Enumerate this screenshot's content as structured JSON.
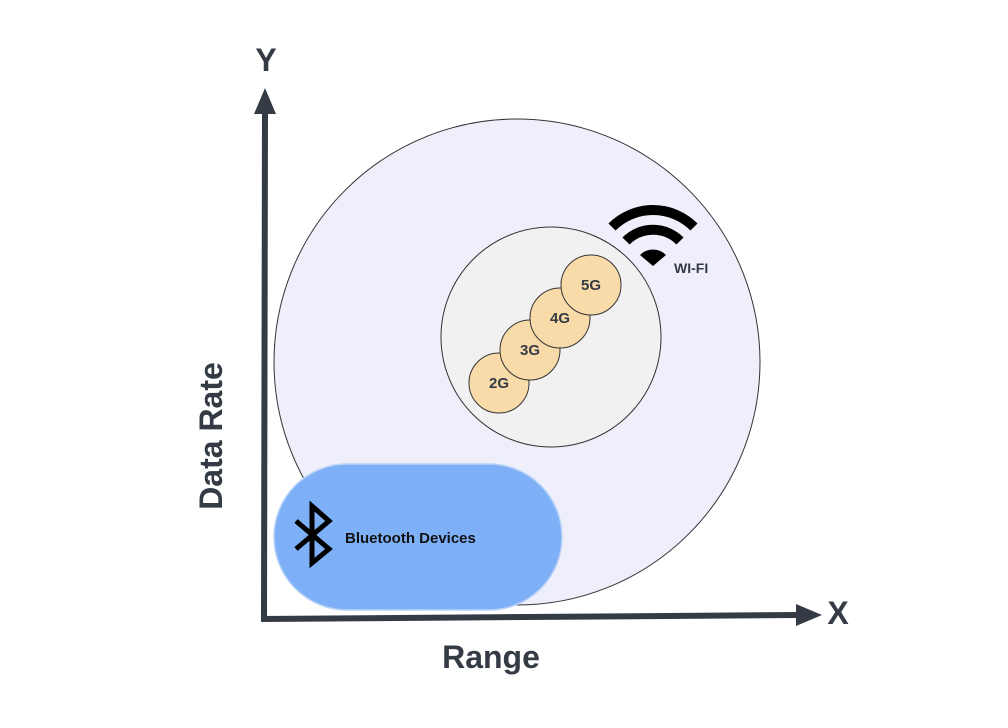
{
  "axes": {
    "y_letter": "Y",
    "x_letter": "X",
    "y_title": "Data Rate",
    "x_title": "Range"
  },
  "regions": {
    "wifi": {
      "label": "WI-FI",
      "icon": "wifi-icon",
      "fill": "#efeffb"
    },
    "cellular": {
      "fill": "#f1f1f1",
      "generations": [
        "2G",
        "3G",
        "4G",
        "5G"
      ],
      "bubble_fill": "#f8dba8"
    },
    "bluetooth": {
      "label": "Bluetooth Devices",
      "icon": "bluetooth-icon",
      "fill": "#7eb0f8"
    }
  },
  "colors": {
    "axis": "#353b45",
    "text": "#353b45"
  }
}
